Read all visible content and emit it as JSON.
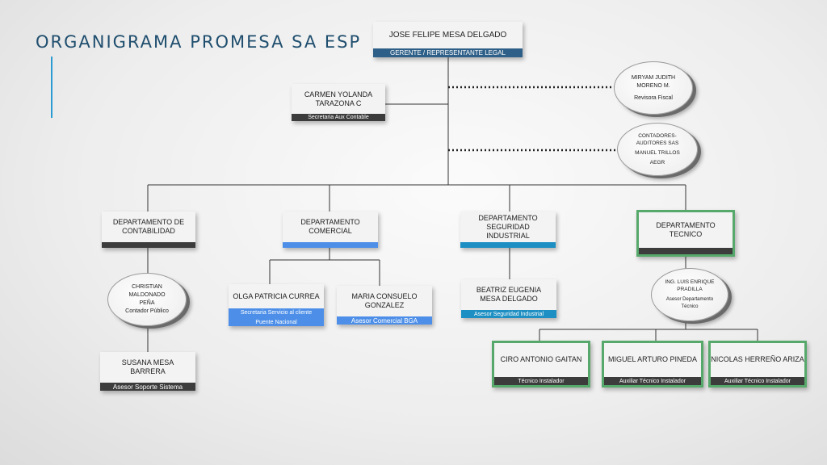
{
  "title": "ORGANIGRAMA PROMESA SA ESP",
  "colors": {
    "navy": "#2e5f88",
    "dark": "#3c3c3c",
    "blue": "#4d8fe8",
    "teal": "#1e8fc2",
    "green": "#57a86b"
  },
  "nodes": {
    "ceo": {
      "name": "JOSE FELIPE MESA DELGADO",
      "role": "GERENTE / REPRESENTANTE LEGAL"
    },
    "secretaria": {
      "name": "CARMEN YOLANDA TARAZONA C",
      "role": "Secretaria Aux Contable"
    },
    "revisora": {
      "line1": "MIRYAM JUDITH",
      "line2": "MORENO M.",
      "role": "Revisora Fiscal"
    },
    "contadores": {
      "line1": "CONTADORES-",
      "line2": "AUDITORES SAS",
      "line3": "MANUEL TRILLOS",
      "line4": "AEGR"
    },
    "contabilidad": {
      "name": "DEPARTAMENTO DE CONTABILIDAD"
    },
    "comercial": {
      "name": "DEPARTAMENTO COMERCIAL"
    },
    "seguridad": {
      "name": "DEPARTAMENTO SEGURIDAD INDUSTRIAL"
    },
    "tecnico": {
      "name": "DEPARTAMENTO TECNICO"
    },
    "christian": {
      "line1": "CHRISTIAN",
      "line2": "MALDONADO",
      "line3": "PEÑA",
      "role": "Contador Público"
    },
    "susana": {
      "name": "SUSANA MESA BARRERA",
      "role": "Asesor Soporte Sistema"
    },
    "olga": {
      "name": "OLGA PATRICIA CURREA",
      "role1": "Secretaria Servicio al cliente",
      "role2": "Puente Nacional"
    },
    "maria": {
      "name": "MARIA CONSUELO GONZALEZ",
      "role": "Asesor Comercial BGA"
    },
    "beatriz": {
      "name": "BEATRIZ EUGENIA MESA DELGADO",
      "role": "Asesor Seguridad Industrial"
    },
    "luis": {
      "line1": "ING. LUIS ENRIQUE",
      "line2": "PRADILLA",
      "role1": "Asesor Departamento",
      "role2": "Técnico"
    },
    "ciro": {
      "name": "CIRO ANTONIO GAITAN",
      "role": "Técnico Instalador"
    },
    "miguel": {
      "name": "MIGUEL ARTURO PINEDA",
      "role": "Auxiliar Técnico Instalador"
    },
    "nicolas": {
      "name": "NICOLAS HERREÑO ARIZA",
      "role": "Auxiliar Técnico Instalador"
    }
  }
}
